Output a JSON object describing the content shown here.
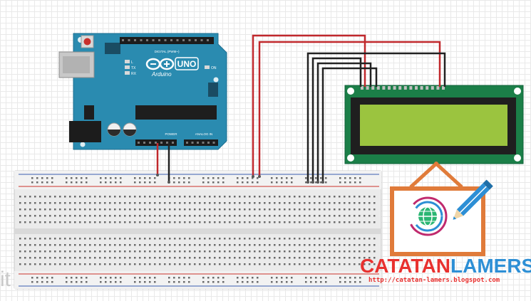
{
  "arduino": {
    "brand": "Arduino",
    "model": "UNO",
    "digital_label": "DIGITAL (PWM~)",
    "power_label": "POWER",
    "analog_label": "ANALOG IN",
    "led_labels": [
      "L",
      "TX",
      "RX"
    ],
    "on_label": "ON"
  },
  "watermark": {
    "brand_part1": "CATATAN",
    "brand_part2": "LAMERS",
    "url": "http://catatan-lamers.blogspot.com"
  },
  "left_edge_text": "it",
  "colors": {
    "board": "#2a8bb0",
    "lcd_pcb": "#1b7f48",
    "lcd_screen": "#9bc43f",
    "wire_red": "#c0282c",
    "wire_black": "#222222",
    "frame": "#e07b3a",
    "brand_red": "#e8312f",
    "brand_blue": "#2d8fd5"
  }
}
